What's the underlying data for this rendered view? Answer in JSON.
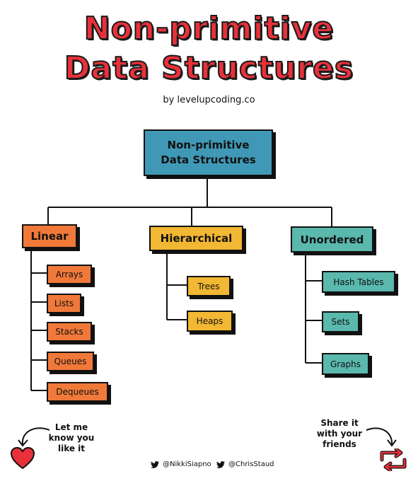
{
  "header": {
    "title_line1": "Non-primitive",
    "title_line2": "Data Structures",
    "byline": "by levelupcoding.co"
  },
  "diagram": {
    "root": {
      "line1": "Non-primitive",
      "line2": "Data Structures"
    },
    "categories": [
      {
        "label": "Linear",
        "color": "#f0793a",
        "children": [
          "Arrays",
          "Lists",
          "Stacks",
          "Queues",
          "Dequeues"
        ]
      },
      {
        "label": "Hierarchical",
        "color": "#f2b733",
        "children": [
          "Trees",
          "Heaps"
        ]
      },
      {
        "label": "Unordered",
        "color": "#5ab8ad",
        "children": [
          "Hash Tables",
          "Sets",
          "Graphs"
        ]
      }
    ],
    "root_color": "#3f99b6"
  },
  "footer": {
    "like_note_line1": "Let me",
    "like_note_line2": "know you",
    "like_note_line3": "like it",
    "share_note_line1": "Share it",
    "share_note_line2": "with your",
    "share_note_line3": "friends",
    "handle1": "@NikkiSiapno",
    "handle2": "@ChrisStaud",
    "icons": [
      "heart-icon",
      "retweet-icon",
      "twitter-bird-icon"
    ]
  }
}
